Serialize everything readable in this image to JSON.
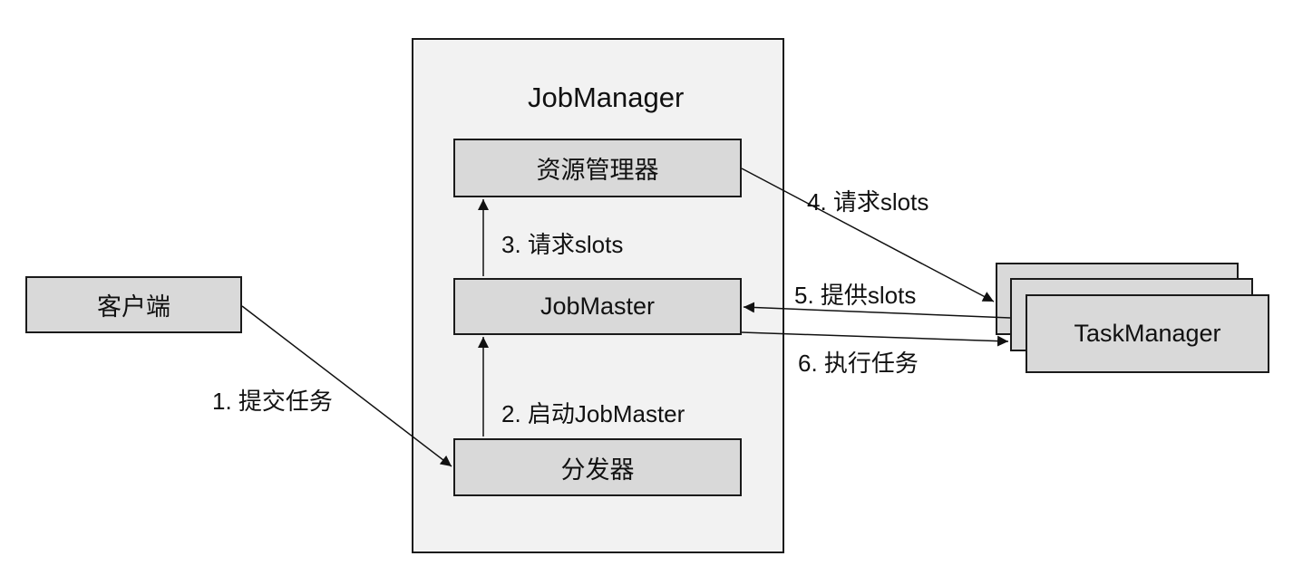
{
  "diagram": {
    "container": {
      "title": "JobManager"
    },
    "nodes": {
      "client": "客户端",
      "resource_manager": "资源管理器",
      "job_master": "JobMaster",
      "dispatcher": "分发器",
      "task_manager": "TaskManager"
    },
    "edges": {
      "submit": "1. 提交任务",
      "start_job_master": "2. 启动JobMaster",
      "request_slots_internal": "3. 请求slots",
      "request_slots_external": "4. 请求slots",
      "offer_slots": "5. 提供slots",
      "execute_tasks": "6. 执行任务"
    }
  }
}
